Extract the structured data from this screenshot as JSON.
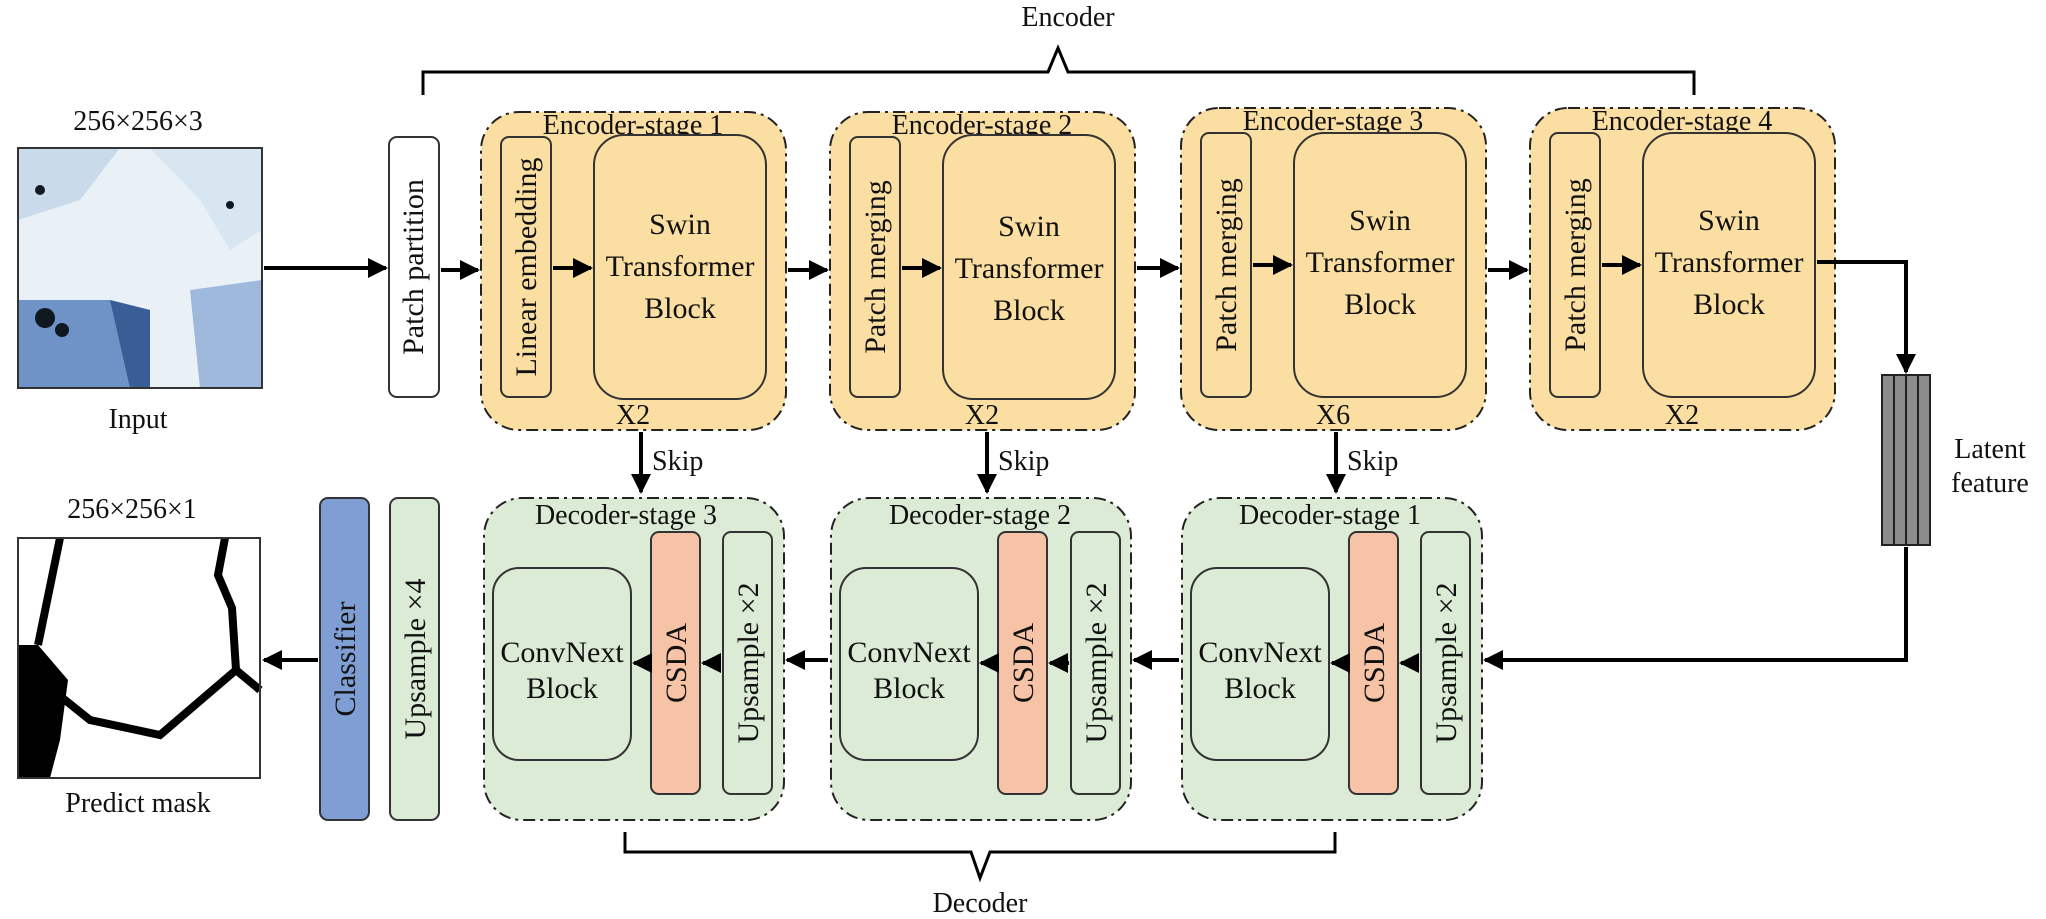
{
  "encoder": {
    "label": "Encoder",
    "stages": [
      {
        "title": "Encoder-stage 1",
        "side_label": "Linear embedding",
        "block_lines": [
          "Swin",
          "Transformer",
          "Block"
        ],
        "repeat": "X2"
      },
      {
        "title": "Encoder-stage 2",
        "side_label": "Patch merging",
        "block_lines": [
          "Swin",
          "Transformer",
          "Block"
        ],
        "repeat": "X2"
      },
      {
        "title": "Encoder-stage 3",
        "side_label": "Patch merging",
        "block_lines": [
          "Swin",
          "Transformer",
          "Block"
        ],
        "repeat": "X6"
      },
      {
        "title": "Encoder-stage 4",
        "side_label": "Patch merging",
        "block_lines": [
          "Swin",
          "Transformer",
          "Block"
        ],
        "repeat": "X2"
      }
    ]
  },
  "decoder": {
    "label": "Decoder",
    "stages": [
      {
        "title": "Decoder-stage 3",
        "block_lines": [
          "ConvNext",
          "Block"
        ],
        "attention": "CSDA",
        "upsample": "Upsample ×2"
      },
      {
        "title": "Decoder-stage 2",
        "block_lines": [
          "ConvNext",
          "Block"
        ],
        "attention": "CSDA",
        "upsample": "Upsample ×2"
      },
      {
        "title": "Decoder-stage 1",
        "block_lines": [
          "ConvNext",
          "Block"
        ],
        "attention": "CSDA",
        "upsample": "Upsample ×2"
      }
    ]
  },
  "input": {
    "dims": "256×256×3",
    "caption": "Input"
  },
  "output": {
    "dims": "256×256×1",
    "caption": "Predict mask"
  },
  "patch_partition": "Patch partition",
  "classifier": "Classifier",
  "final_upsample": "Upsample ×4",
  "latent_lines": [
    "Latent",
    "feature"
  ],
  "skip_label": "Skip",
  "colors": {
    "encoder_fill": "#fbdea1",
    "decoder_fill": "#dcebd5",
    "csda_fill": "#f7c3a7",
    "classifier_fill": "#7f9fd4",
    "latent_fill": "#8c8c8c",
    "input_tint": "#c6d9ea",
    "input_dark": "#6b8fc4"
  }
}
